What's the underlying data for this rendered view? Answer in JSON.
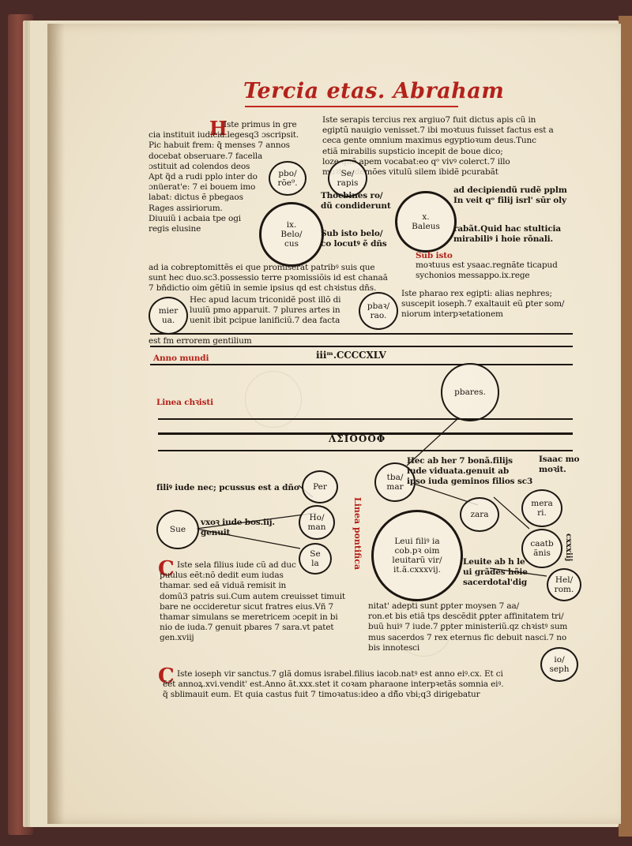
{
  "header": {
    "title": "Tercia etas. Abraham"
  },
  "left_block_1": "Iste primus in gre\ncia instituit iudicia.legesq3 ɔscripsit.\nPic habuit frem: q̃ menses 7 annos\ndocebat obseruare.7 facella\nɔstituit ad colendos deos\nApt q̃d a rudi pplo inter do\nɔnüerat'e: 7 ei bouem imo\nlabat: dictus ẽ pbegaos\nRages assiriorum.\nDiuuiũ i acbaia tpe ogi\nregis elusine",
  "left_full_lines": "ad ia cobreptomittẽs ei que promiserat patribꝰ suis que\nsunt hec duo.sc3.possessio terre pꝛomissiõis id est chanaã\n7 bñdictio oim gẽtiũ in semie ipsius qd est chꝛistus dñs.",
  "left_block_2": "Hec apud lacum triconidẽ post illõ di\nluuiũ pmo apparuit. 7 plures artes in\nuenit ibit pcipue lanificiũ.7 dea facta",
  "left_block_2_tail": "est fm errorem gentilium",
  "right_block_1": "Iste serapis tercius  rex argiuo7 fuit dictus apis cũ in\negiptũ nauigio venisset.7 ibi moꝛtuus fuisset factus est a\nceca gente omnium maximus egyptioꝛum deus.Tunc\n      etiã mirabilis supsticio incepit de boue dico;\n      loze.quẽ apem vocabat:eo qᵒ vivꝰ colerct.7 illo\n      moꝛtuo demões vitulũ silem ibidẽ pcurabãt",
  "right_block_2": "ad decipiendũ rudẽ pplm\nIn veit qᵒ filij isrl' sūr oly",
  "right_block_3": "rabãt.Quid hac stulticia\nmirabiliꝰ i hoie rõnali.",
  "right_block_4": "moꝛtuus est ysaac.regnãte ticapud\nsychonios messappo.ix.rege",
  "right_block_5": "Iste pharao rex egipti: alias nephres;\nsuscepit ioseph.7 exaltauit eũ ꝑter som/\nniorum interpꝛetationem",
  "mid_left_1": "Thocbines ro/\ndũ condiderunt",
  "mid_left_2": "Sub isto belo/\nco locutꝰ ẽ dñs",
  "mid_right_1": "Sub isto",
  "circles": {
    "phoroneus": "pbo/\nrõe⁹.",
    "serapis": "Se/\nrapis",
    "belocus": "ix.\nBelo/\ncus",
    "baleus": "x.\nBaleus",
    "minerva": "mier\nua.",
    "pharao": "pbaꝛ/\nrao.",
    "phares": "pbares.",
    "thamar": "tba/\nmar",
    "zara": "zara",
    "merari": "mera\nri.",
    "pheres": "Per",
    "sue": "Sue",
    "homan": "Ho/\nman",
    "sela": "Se\nla",
    "levi": "Leui filiꝰ ia\ncob.pꝛ oim\nleuitarũ vir/\nit.ã.cxxxvij.",
    "caath": "caatb\nãnis",
    "helrom": "Hel/\nrom.",
    "joseph": "io/\nseph"
  },
  "anno_mundi": {
    "label": "Anno mundi",
    "value": "iiiᵐ.CCCCXLV"
  },
  "linea_christi": {
    "label": "Linea chꝛisti",
    "value": "ΛΣΙΟΟΟΦ"
  },
  "linea_pontificum": "Linea pontifica",
  "mid_section": {
    "hec_block": "Hec ab her 7 bonã.filijs\niude viduata.genuit ab\nipso iuda geminos filios sc3",
    "isaac_note": "Isaac mo\nmoꝛit.",
    "fili_line": "filiꝰ iude nec; pcussus est a dño",
    "vxor_line": "vxoꝛ iude bos.iij.\ngenuit",
    "levite_block": "Leuite ab h le\nui grãdes hõie\nsacerdotal'dig",
    "roman_side": "cxxxiij"
  },
  "sela_block": "Iste sela filius iude cũ ad duc\npuulus eẽt:nõ dedit eum iudas\nthamar. sed eã viduã remisit in\ndomũ3 patris sui.Cum autem creuisset timuit\nbare ne occideretur sicut fratres eius.Vñ 7\nthamar simulans se meretricem ɔcepit in bi\nnio de iuda.7 genuit pbares 7 sara.vt patet\ngen.xviij",
  "levi_block": "nitat' adepti sunt ꝑpter moysen 7 aa/\nron.et bis etiã tps descẽdit ꝑpter affinitatem tri/\nbuũ huiꝰ 7 iude.7 ꝑpter ministeriũ.qz chꝛistꝰ sum\nmus sacerdos 7 rex eternus fic debuit nasci.7 no\nbis innotesci",
  "joseph_block": "Iste ioseph vir sanctus.7 glã domus israbel.filius iacob.natꝰ est anno eiꝰ.cx. Et ci\nẽẽt annoꝝ.xvi.vendit' est.Anno ãt.xxx.stet it coꝛam pharaone interpꝛetãs somnia eiꝰ.\nq̃ sblimauit eum. Et quia castus fuit 7 timoꝛatus:ideo a dñ̃o vbi;q3 dirigebatur",
  "colors": {
    "rubric": "#b3221b",
    "ink": "#1c1712",
    "paper": "#f1e8d3"
  }
}
